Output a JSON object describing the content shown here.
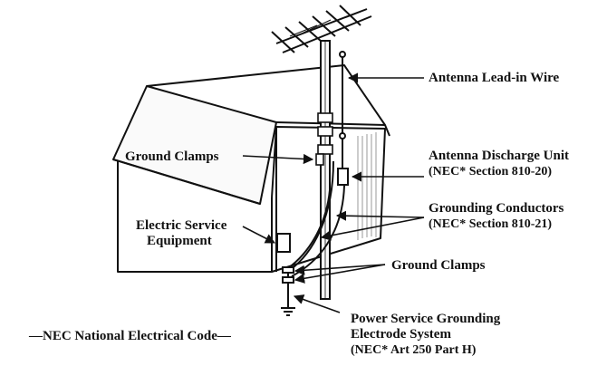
{
  "labels": {
    "antenna_lead_in": "Antenna Lead-in Wire",
    "ground_clamps_upper": "Ground Clamps",
    "antenna_discharge_unit": "Antenna Discharge Unit",
    "discharge_nec": "(NEC* Section 810-20)",
    "grounding_conductors": "Grounding Conductors",
    "conductors_nec": "(NEC* Section 810-21)",
    "electric_service_line1": "Electric Service",
    "electric_service_line2": "Equipment",
    "ground_clamps_lower": "Ground Clamps",
    "power_service_line1": "Power Service Grounding",
    "power_service_line2": "Electrode System",
    "power_service_nec": "(NEC* Art 250 Part H)",
    "nec_footnote": "—NEC National Electrical Code—"
  },
  "colors": {
    "ink": "#111111",
    "background": "#ffffff"
  }
}
